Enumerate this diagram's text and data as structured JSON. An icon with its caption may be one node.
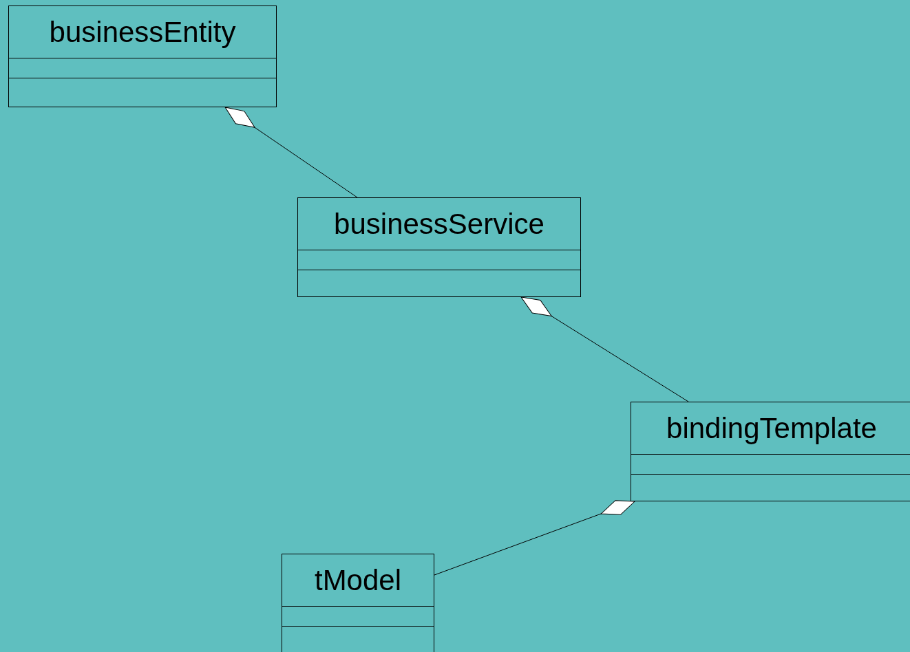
{
  "diagram": {
    "nodes": [
      {
        "text": [
          "businessEntity"
        ]
      },
      {
        "text": [
          "businessService"
        ]
      },
      {
        "text": [
          "bindingTemplate"
        ]
      },
      {
        "text": [
          "tModel"
        ]
      }
    ],
    "edges": [
      {
        "from": 0,
        "to": 1,
        "arrow": "other"
      },
      {
        "from": 1,
        "to": 2,
        "arrow": "other"
      },
      {
        "from": 2,
        "to": 3,
        "arrow": "other"
      }
    ]
  }
}
